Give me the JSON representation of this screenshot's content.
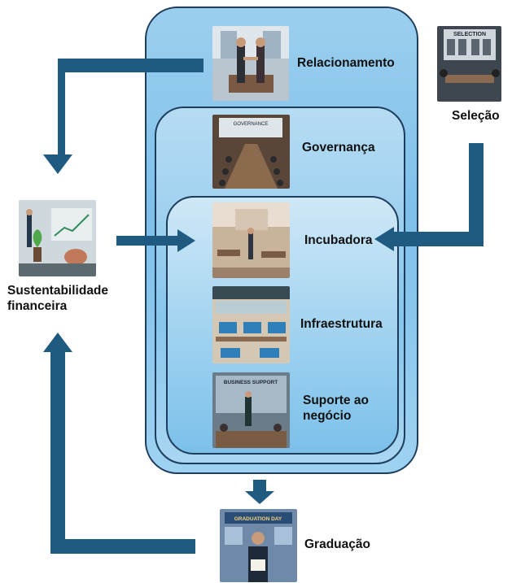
{
  "nodes": {
    "relacionamento": "Relacionamento",
    "governanca": "Governança",
    "incubadora": "Incubadora",
    "infraestrutura": "Infraestrutura",
    "suporte": "Suporte ao negócio",
    "selecao": "Seleção",
    "sustentabilidade": "Sustentabilidade financeira",
    "graduacao": "Graduação"
  },
  "image_text": {
    "selection": "SELECTION",
    "governance": "GOVERNANCE",
    "business_support": "BUSINESS SUPPORT",
    "graduation_day": "GRADUATION DAY"
  },
  "colors": {
    "arrow": "#1f5a80",
    "border": "#1e3d5c",
    "outer_fill": "#8ecaee",
    "inner_fill": "#bfe1f5"
  }
}
